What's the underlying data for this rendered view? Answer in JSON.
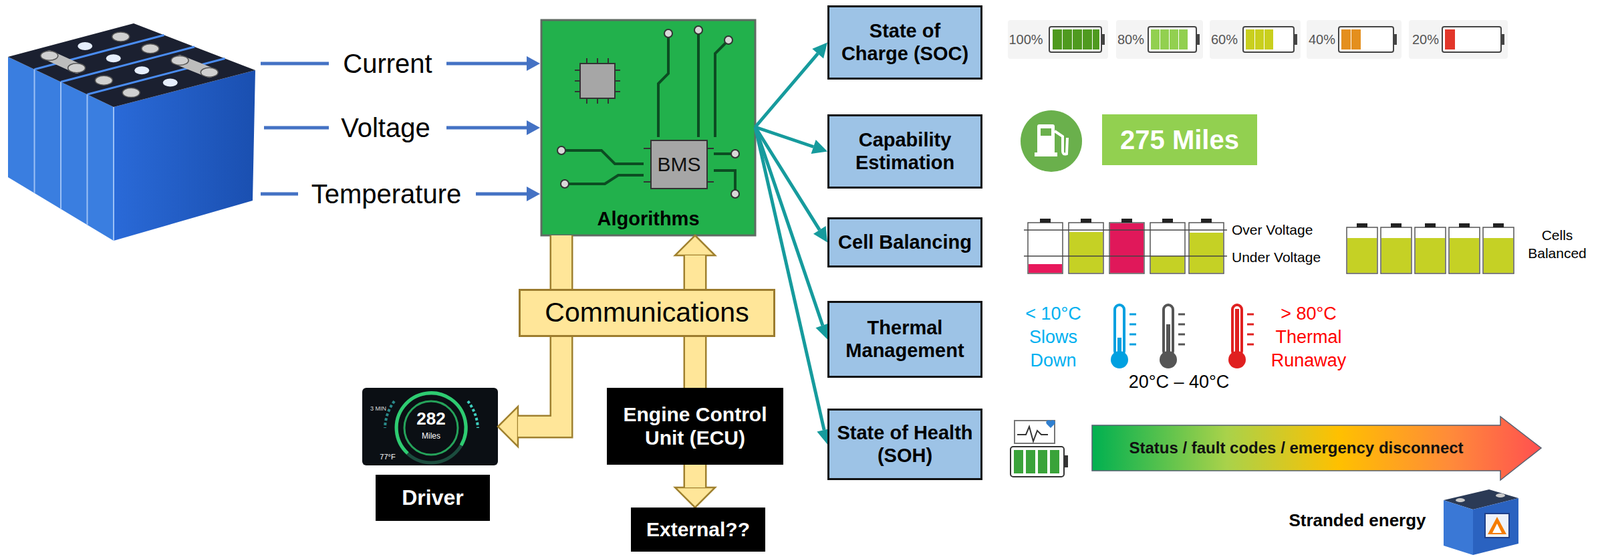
{
  "diagram": {
    "nodes": [
      {
        "text": [
          "Algorithms"
        ]
      },
      {
        "text": [
          "BMS"
        ],
        "in": 0
      },
      {
        "text": [
          "State of Charge (SOC)"
        ]
      },
      {
        "text": [
          "Capability Estimation"
        ]
      },
      {
        "text": [
          "275 Miles"
        ]
      },
      {
        "text": [
          "Cell Balancing"
        ]
      },
      {
        "text": [
          "Thermal Management"
        ]
      },
      {
        "text": [
          "State of Health (SOH)"
        ]
      },
      {
        "text": [
          "Status / fault codes / emergency disconnect"
        ]
      },
      {
        "text": [
          "Communications"
        ]
      },
      {
        "text": [
          "282",
          "Miles",
          "77°F",
          "3 MIN"
        ]
      },
      {
        "text": [
          "Driver"
        ]
      },
      {
        "text": [
          "Engine Control Unit (ECU)"
        ]
      },
      {
        "text": [
          "External??"
        ]
      }
    ],
    "edges": [
      {
        "from": 0,
        "to": 2,
        "arrow": "to"
      },
      {
        "from": 0,
        "to": 3,
        "arrow": "to"
      },
      {
        "from": 0,
        "to": 5,
        "arrow": "to"
      },
      {
        "from": 0,
        "to": 6,
        "arrow": "to"
      },
      {
        "from": 0,
        "to": 7,
        "arrow": "to"
      },
      {
        "from": 0,
        "to": 9,
        "arrow": "none"
      },
      {
        "from": 9,
        "to": 10,
        "arrow": "to"
      },
      {
        "from": 12,
        "to": 9,
        "arrow": "none"
      },
      {
        "from": 9,
        "to": 0,
        "arrow": "to"
      },
      {
        "from": 12,
        "to": 13,
        "arrow": "to"
      }
    ],
    "labels": [
      "Current",
      "Voltage",
      "Temperature",
      "100%",
      "80%",
      "60%",
      "40%",
      "20%",
      "Over Voltage",
      "Under Voltage",
      "Cells Balanced",
      "< 10°C Slows Down",
      "20°C – 40°C",
      "> 80°C Thermal Runaway",
      "Stranded energy"
    ]
  }
}
